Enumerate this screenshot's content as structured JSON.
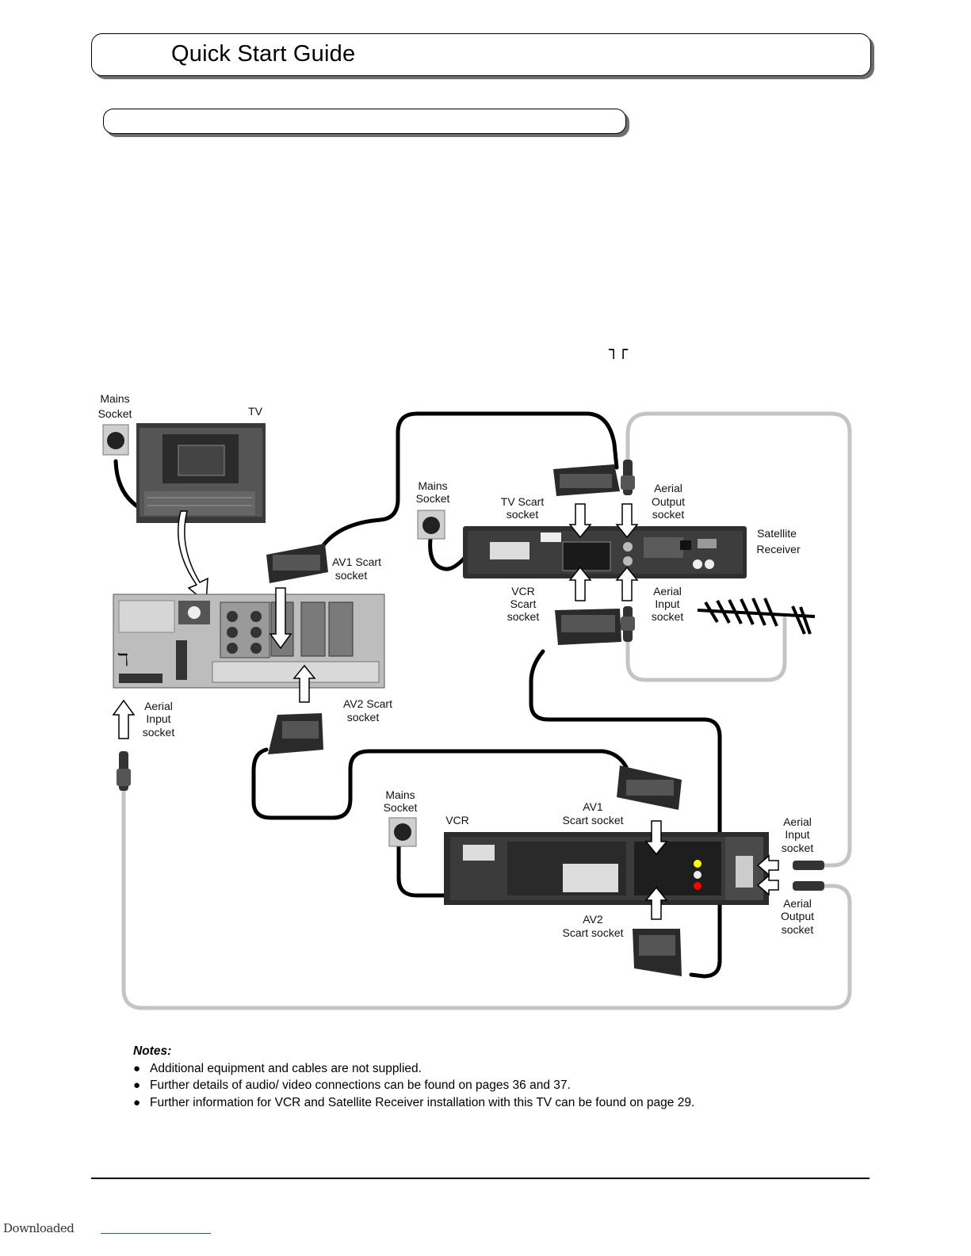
{
  "header": {
    "title": "Quick Start Guide",
    "subtitle": ""
  },
  "aerial_symbol": "┐┌",
  "diagram": {
    "tv": {
      "label": "TV",
      "mains_socket": [
        "Mains",
        "Socket"
      ],
      "av1_scart": [
        "AV1 Scart",
        "socket"
      ],
      "av2_scart": [
        "AV2 Scart",
        "socket"
      ],
      "aerial_input": [
        "Aerial",
        "Input",
        "socket"
      ]
    },
    "satellite": {
      "label": [
        "Satellite",
        "Receiver"
      ],
      "mains_socket": [
        "Mains",
        "Socket"
      ],
      "tv_scart": [
        "TV Scart",
        "socket"
      ],
      "vcr_scart": [
        "VCR",
        "Scart",
        "socket"
      ],
      "aerial_output": [
        "Aerial",
        "Output",
        "socket"
      ],
      "aerial_input": [
        "Aerial",
        "Input",
        "socket"
      ]
    },
    "vcr": {
      "label": "VCR",
      "mains_socket": [
        "Mains",
        "Socket"
      ],
      "av1_scart": [
        "AV1",
        "Scart socket"
      ],
      "av2_scart": [
        "AV2",
        "Scart socket"
      ],
      "aerial_input": [
        "Aerial",
        "Input",
        "socket"
      ],
      "aerial_output": [
        "Aerial",
        "Output",
        "socket"
      ]
    }
  },
  "notes": {
    "title": "Notes:",
    "items": [
      "Additional equipment and cables are not supplied.",
      "Further details of audio/ video connections can be found on pages 36 and 37.",
      "Further information for VCR and Satellite Receiver installation with this TV can be found on page 29."
    ]
  },
  "footer": {
    "text": "Downloaded"
  }
}
